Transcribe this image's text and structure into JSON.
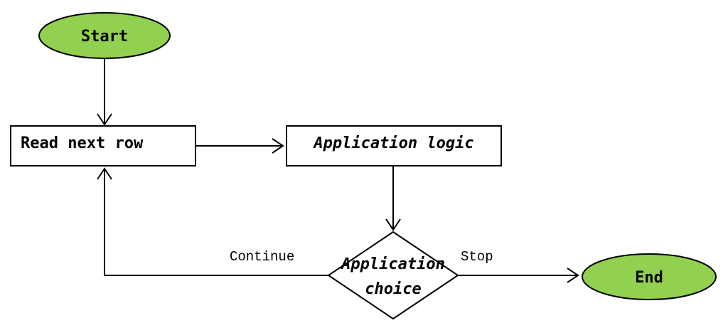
{
  "nodes": {
    "start": {
      "label": "Start",
      "fill": "#92d050"
    },
    "read_next_row": {
      "label": "Read next row",
      "fill": "#ffffff"
    },
    "application_logic": {
      "label": "Application logic",
      "fill": "#ffffff"
    },
    "application_choice": {
      "label_line1": "Application",
      "label_line2": "choice",
      "fill": "#ffffff"
    },
    "end": {
      "label": "End",
      "fill": "#92d050"
    }
  },
  "edges": {
    "continue_label": "Continue",
    "stop_label": "Stop"
  }
}
